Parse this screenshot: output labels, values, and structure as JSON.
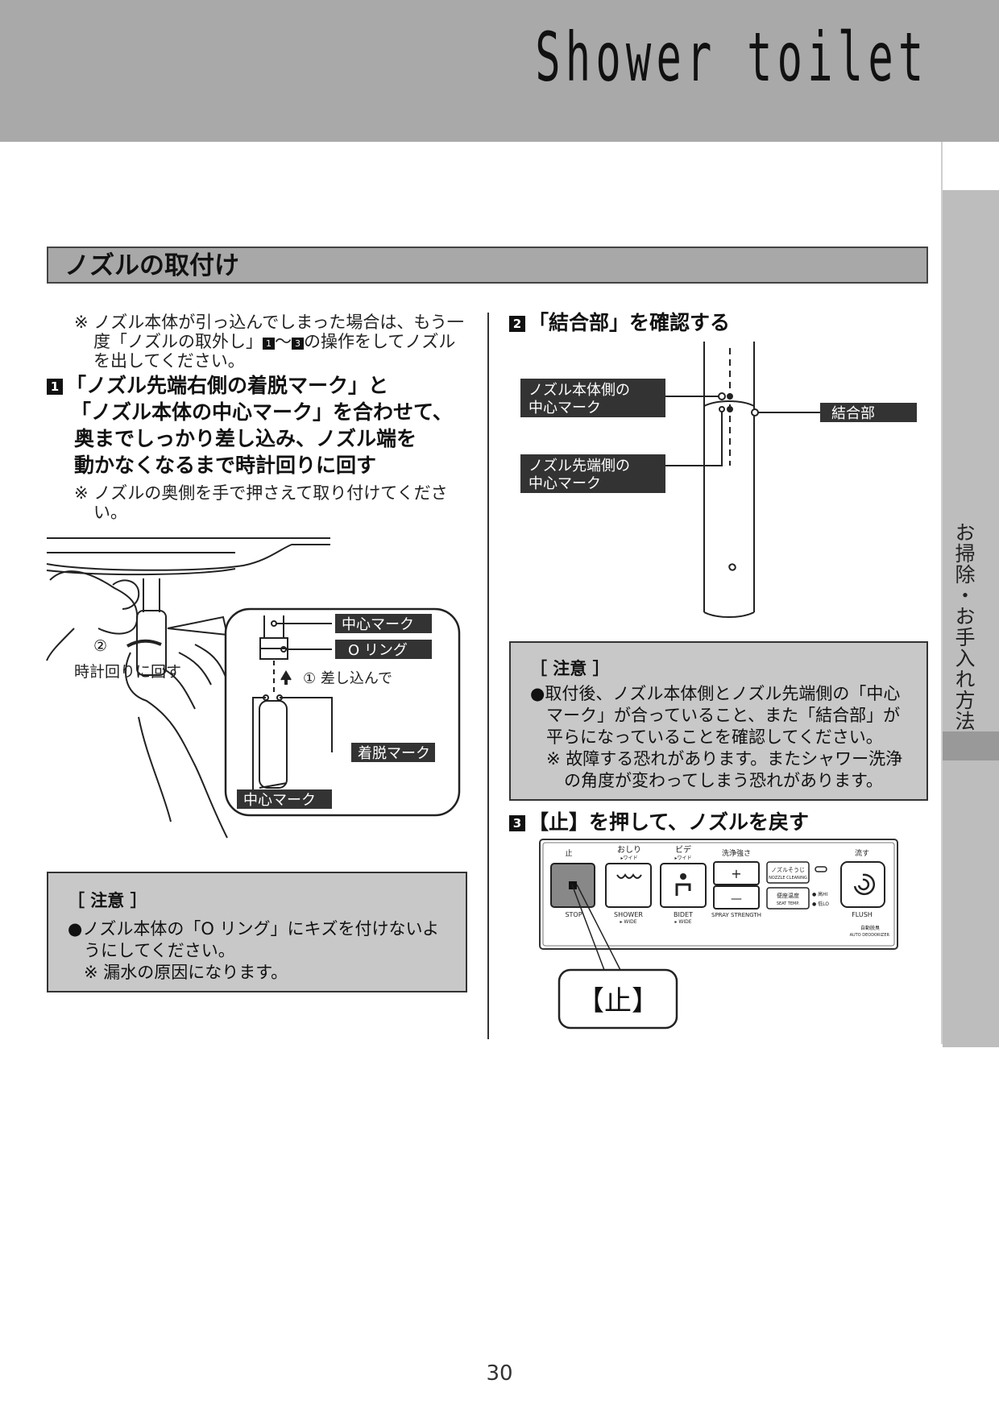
{
  "brand": "Shower toilet",
  "side_tab": "お掃除・お手入れ方法",
  "section_title": "ノズルの取付け",
  "left": {
    "note1_l1": "※ ノズル本体が引っ込んでしまった場合は、もう一",
    "note1_l2a": "度「ノズルの取外し」",
    "note1_n1": "1",
    "note1_tilde": "～",
    "note1_n2": "3",
    "note1_l2b": "の操作をしてノズル",
    "note1_l3": "を出してください。",
    "step1_num": "1",
    "step1_l1": "「ノズル先端右側の着脱マーク」と",
    "step1_l2": "「ノズル本体の中心マーク」を合わせて、",
    "step1_l3": "奥までしっかり差し込み、ノズル端を",
    "step1_l4": "動かなくなるまで時計回りに回す",
    "note2_l1": "※ ノズルの奥側を手で押さえて取り付けてくださ",
    "note2_l2": "い。",
    "fig": {
      "rotate_num": "②",
      "rotate_text": "時計回りに回す",
      "center_mark_top": "中心マーク",
      "o_ring": "O リング",
      "push_text": "① 差し込んで",
      "detach_mark": "着脱マーク",
      "center_mark_bottom": "中心マーク"
    },
    "caution_head": "［ 注意 ］",
    "caution_l1": "●ノズル本体の「O リング」にキズを付けないよ",
    "caution_l2": "うにしてください。",
    "caution_l3": "※ 漏水の原因になります。"
  },
  "right": {
    "step2_num": "2",
    "step2_title": "「結合部」を確認する",
    "fig2": {
      "label_body": [
        "ノズル本体側の",
        "中心マーク"
      ],
      "label_tip": [
        "ノズル先端側の",
        "中心マーク"
      ],
      "label_joint": "結合部"
    },
    "caution_head": "［ 注意 ］",
    "caution_l1": "●取付後、ノズル本体側とノズル先端側の「中心",
    "caution_l2": "マーク」が合っていること、また「結合部」が",
    "caution_l3": "平らになっていることを確認してください。",
    "caution_l4": "※ 故障する恐れがあります。またシャワー洗浄",
    "caution_l5": "の角度が変わってしまう恐れがあります。",
    "step3_num": "3",
    "step3_title": "【止】を押して、ノズルを戻す",
    "panel": {
      "stop_jp": "止",
      "stop_en": "STOP",
      "shower_jp": "おしり",
      "shower_wide_jp": "▸ワイド",
      "shower_en": "SHOWER",
      "shower_wide_en": "▸ WIDE",
      "bidet_jp": "ビデ",
      "bidet_wide_jp": "▸ワイド",
      "bidet_en": "BIDET",
      "bidet_wide_en": "▸ WIDE",
      "strength_jp": "洗浄強さ",
      "plus": "+",
      "minus": "—",
      "strength_en": "SPRAY STRENGTH",
      "nozzle_jp": "ノズルそうじ",
      "nozzle_en": "NOZZLE CLEANING",
      "seat_jp": "便座温度",
      "seat_en": "SEAT TEMP.",
      "hi": "● 高HI",
      "lo": "● 低LO",
      "flush_jp": "流す",
      "flush_en": "FLUSH",
      "auto_jp": "自動脱臭",
      "auto_en": "AUTO DEODORIZER"
    },
    "callout": "【止】"
  },
  "page_number": "30"
}
